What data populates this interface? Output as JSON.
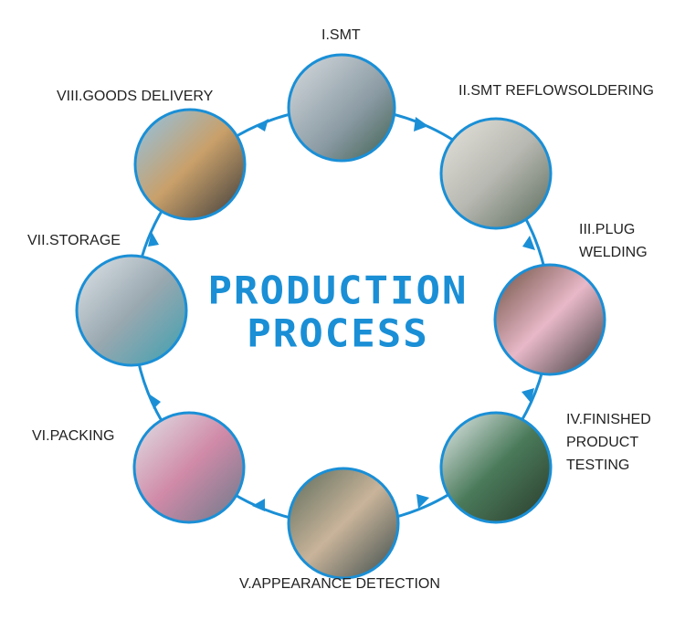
{
  "title": {
    "line1": "PRODUCTION",
    "line2": "PROCESS"
  },
  "steps": [
    {
      "label": "I.SMT"
    },
    {
      "label": "II.SMT REFLOWSOLDERING"
    },
    {
      "label_line1": "III.PLUG",
      "label_line2": "WELDING"
    },
    {
      "label_line1": "IV.FINISHED",
      "label_line2": "PRODUCT",
      "label_line3": "TESTING"
    },
    {
      "label": "V.APPEARANCE DETECTION"
    },
    {
      "label": "VI.PACKING"
    },
    {
      "label": "VII.STORAGE"
    },
    {
      "label": "VIII.GOODS DELIVERY"
    }
  ],
  "colors": {
    "accent": "#1a8fd6",
    "text": "#222222"
  }
}
